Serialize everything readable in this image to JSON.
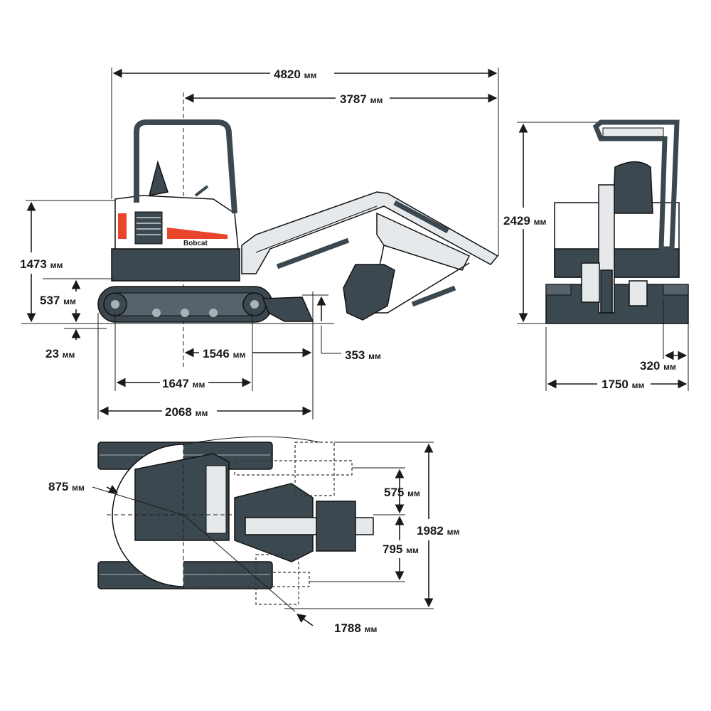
{
  "colors": {
    "body": "#3c4850",
    "accent": "#e8452c",
    "light": "#e6e9eb",
    "line": "#1a1a1a"
  },
  "brand": {
    "logo_text": "Bobcat"
  },
  "dimensions": {
    "overall_length": "4820",
    "length_from_center": "3787",
    "height_cab": "2429",
    "height_to_top_of_tracks_body": "1473",
    "counterweight_clearance": "537",
    "blade_below_ground": "23",
    "tail_to_blade": "1546",
    "blade_height": "353",
    "track_length": "1647",
    "track_overall": "2068",
    "track_shoe_width": "320",
    "overall_width": "1750",
    "tail_swing_radius": "875",
    "boom_offset_left": "575",
    "boom_offset_right": "795",
    "front_swing_radius": "1788",
    "transport_width": "1982"
  },
  "unit": "мм"
}
